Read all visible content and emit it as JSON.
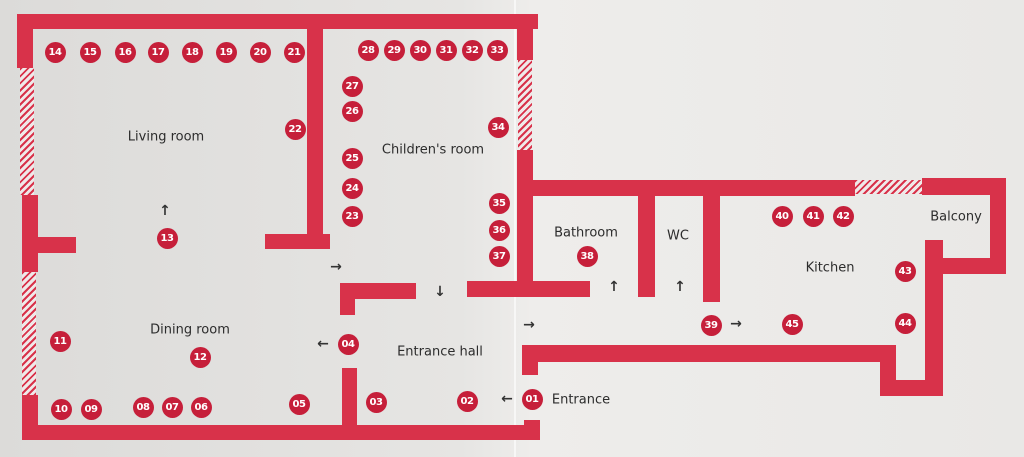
{
  "rooms": {
    "living": "Living room",
    "children": "Children's room",
    "bathroom": "Bathroom",
    "wc": "WC",
    "kitchen": "Kitchen",
    "balcony": "Balcony",
    "dining": "Dining room",
    "hall": "Entrance hall",
    "entrance": "Entrance"
  },
  "markers": [
    "14",
    "15",
    "16",
    "17",
    "18",
    "19",
    "20",
    "21",
    "28",
    "29",
    "30",
    "31",
    "32",
    "33",
    "27",
    "26",
    "22",
    "34",
    "25",
    "24",
    "23",
    "35",
    "36",
    "37",
    "13",
    "38",
    "40",
    "41",
    "42",
    "43",
    "44",
    "45",
    "39",
    "11",
    "12",
    "04",
    "10",
    "09",
    "08",
    "07",
    "06",
    "05",
    "03",
    "02",
    "01"
  ],
  "arrows": {
    "up": "↑",
    "down": "↓",
    "left": "←",
    "right": "→"
  },
  "colors": {
    "wall": "#d8324a",
    "marker": "#c61f3a"
  }
}
